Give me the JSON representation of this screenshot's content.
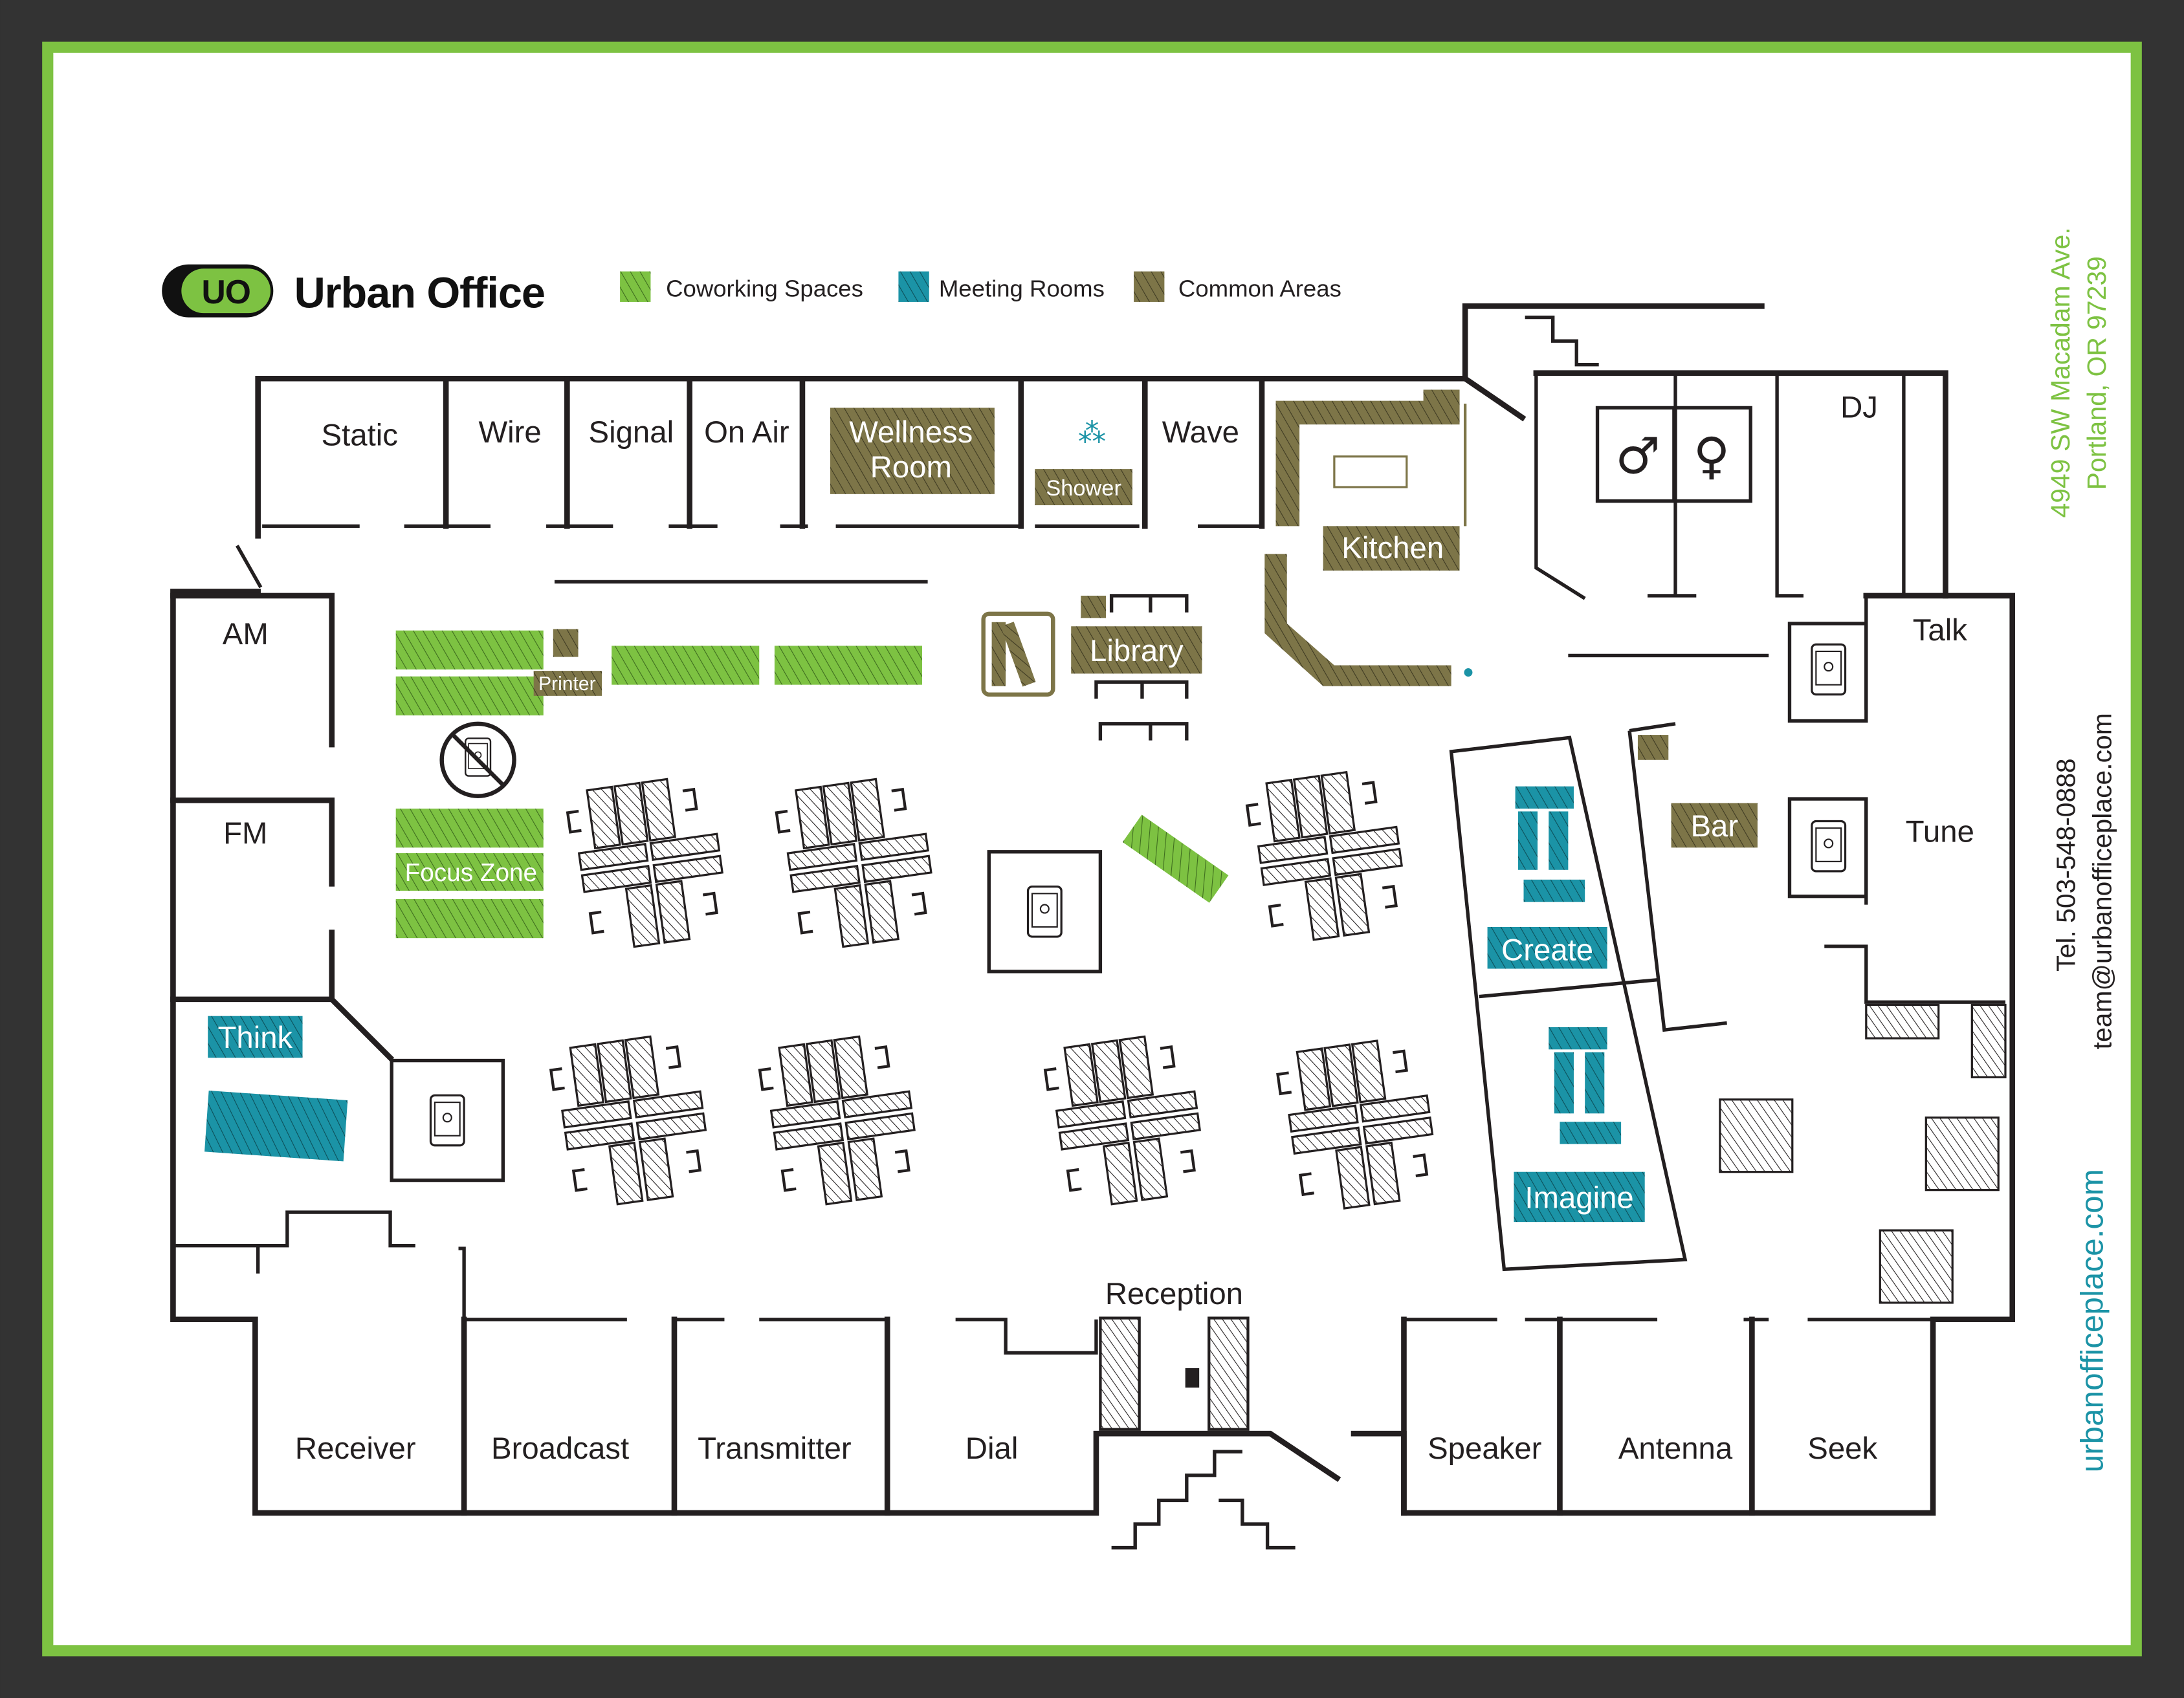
{
  "brand": {
    "logo_text": "UO",
    "name": "Urban Office"
  },
  "legend": [
    {
      "label": "Coworking Spaces",
      "color": "#7dc242"
    },
    {
      "label": "Meeting Rooms",
      "color": "#1b93a6"
    },
    {
      "label": "Common Areas",
      "color": "#7d7548"
    }
  ],
  "colors": {
    "frame": "#7dc242",
    "background": "#333333",
    "coworking": "#7dc242",
    "meeting": "#1b93a6",
    "common": "#7d7548"
  },
  "rooms": {
    "static": "Static",
    "wire": "Wire",
    "signal": "Signal",
    "on_air": "On Air",
    "wellness_1": "Wellness",
    "wellness_2": "Room",
    "shower": "Shower",
    "wave": "Wave",
    "kitchen": "Kitchen",
    "dj": "DJ",
    "am": "AM",
    "fm": "FM",
    "printer": "Printer",
    "library": "Library",
    "talk": "Talk",
    "tune": "Tune",
    "bar": "Bar",
    "focus_zone": "Focus Zone",
    "create": "Create",
    "imagine": "Imagine",
    "think": "Think",
    "reception": "Reception",
    "receiver": "Receiver",
    "broadcast": "Broadcast",
    "transmitter": "Transmitter",
    "dial": "Dial",
    "speaker": "Speaker",
    "antenna": "Antenna",
    "seek": "Seek"
  },
  "restroom_symbols": {
    "male": "♂",
    "female": "♀"
  },
  "contact": {
    "address_line1": "4949 SW Macadam Ave.",
    "address_line2": "Portland, OR 97239",
    "phone": "Tel. 503-548-0888",
    "email": "team@urbanofficeplace.com",
    "website": "urbanofficeplace.com"
  }
}
